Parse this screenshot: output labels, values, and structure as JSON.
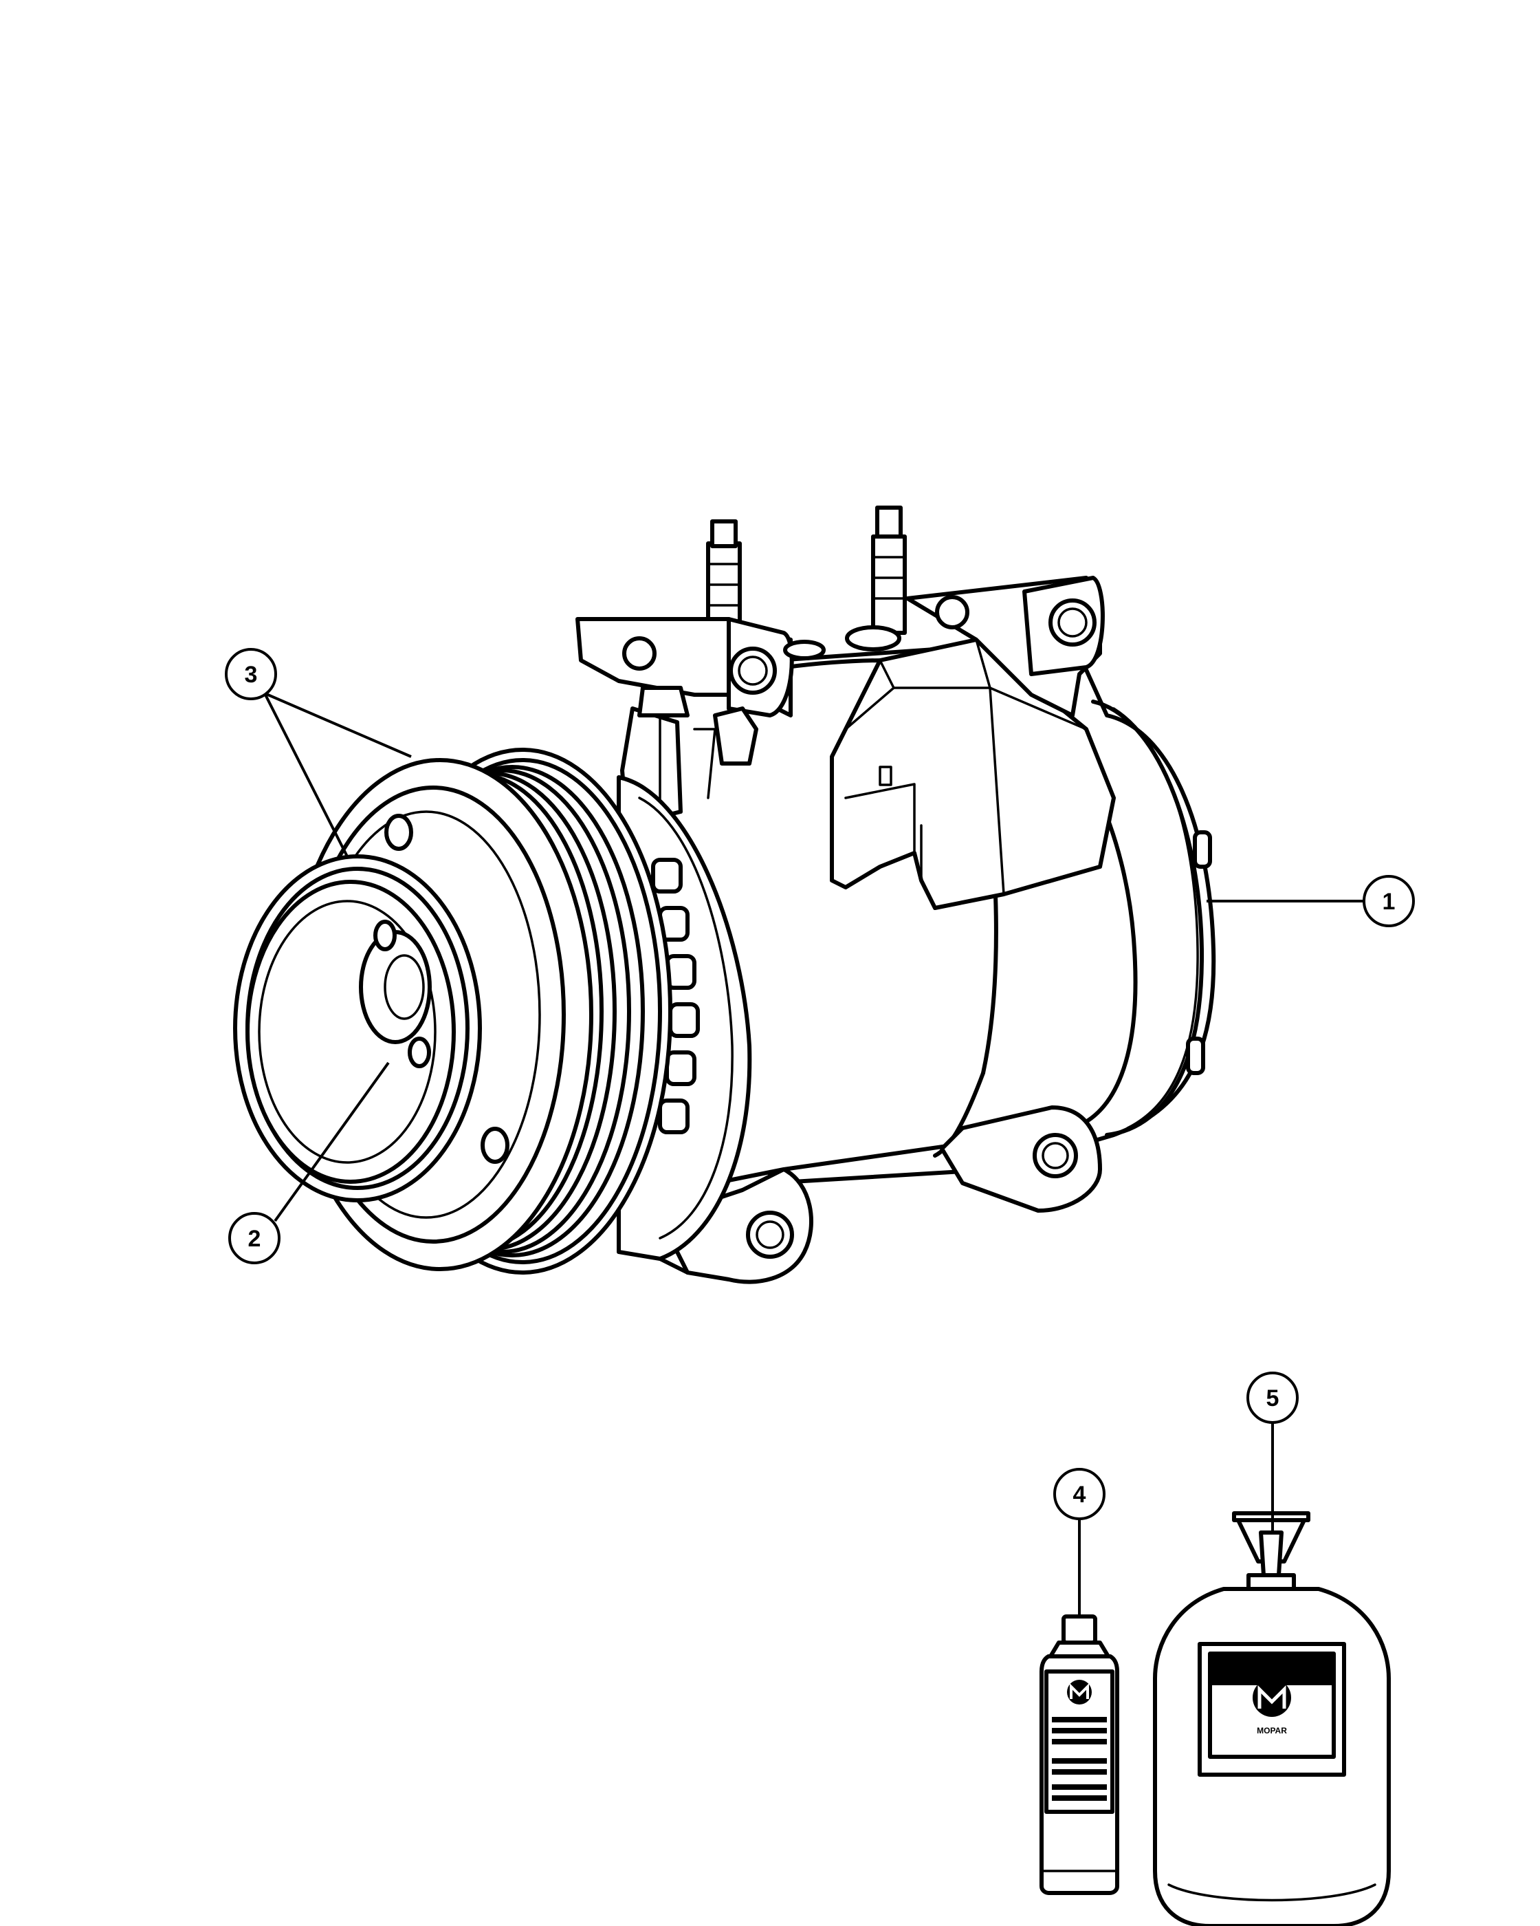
{
  "callouts": [
    {
      "id": "1",
      "label": "1"
    },
    {
      "id": "2",
      "label": "2"
    },
    {
      "id": "3",
      "label": "3"
    },
    {
      "id": "4",
      "label": "4"
    },
    {
      "id": "5",
      "label": "5"
    }
  ],
  "brand": {
    "logo_text": "MOPAR",
    "logo_icon": "mopar-m-logo-icon"
  },
  "colors": {
    "line": "#000000",
    "background": "#ffffff"
  }
}
